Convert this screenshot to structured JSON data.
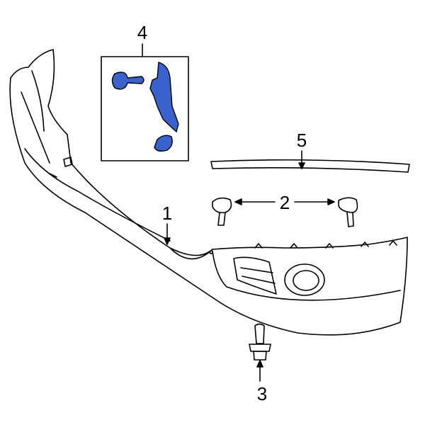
{
  "diagram": {
    "callouts": [
      "1",
      "2",
      "3",
      "4",
      "5"
    ],
    "colors": {
      "highlight": "#3a62cc",
      "line": "#000000",
      "background": "#ffffff"
    },
    "parts": [
      {
        "callout": "1",
        "name": "bumper-cover"
      },
      {
        "callout": "2",
        "name": "fog-lamp-retainers"
      },
      {
        "callout": "3",
        "name": "bolt"
      },
      {
        "callout": "4",
        "name": "bracket-kit"
      },
      {
        "callout": "5",
        "name": "molding-strip"
      }
    ]
  }
}
